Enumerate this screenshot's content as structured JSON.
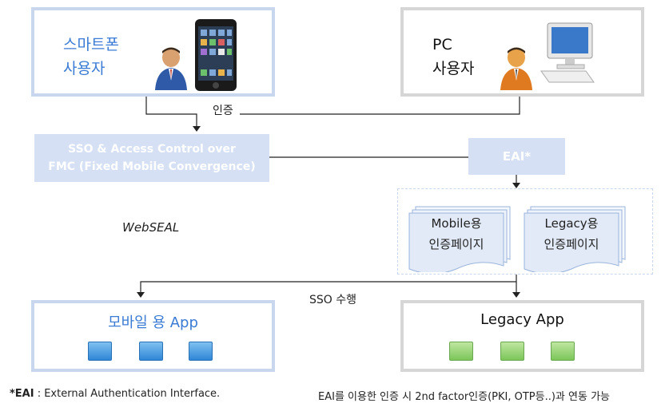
{
  "smartphone_user": {
    "label": "스마트폰\n사용자"
  },
  "pc_user": {
    "label": "PC\n사용자"
  },
  "auth_label": "인증",
  "sso_box": {
    "line1": "SSO & Access Control over",
    "line2": "FMC (Fixed Mobile Convergence)"
  },
  "eai_box": {
    "label": "EAI*"
  },
  "webseal": "WebSEAL",
  "pages": [
    {
      "label": "Mobile용\n인증페이지"
    },
    {
      "label": "Legacy용\n인증페이지"
    }
  ],
  "sso_run_label": "SSO 수행",
  "mobile_app": {
    "title": "모바일 용 App"
  },
  "legacy_app": {
    "title": "Legacy App"
  },
  "footer": {
    "left_prefix": "*EAI",
    "left_text": " : External Authentication Interface.",
    "right_text": "EAI를 이용한 인증 시 2nd factor인증(PKI, OTP등..)과 연동 가능"
  },
  "colors": {
    "blue_border": "#c8d6ee",
    "gray_border": "#d6d6d6",
    "box_fill": "#d5e0f4",
    "accent_blue": "#3a7bd5"
  }
}
